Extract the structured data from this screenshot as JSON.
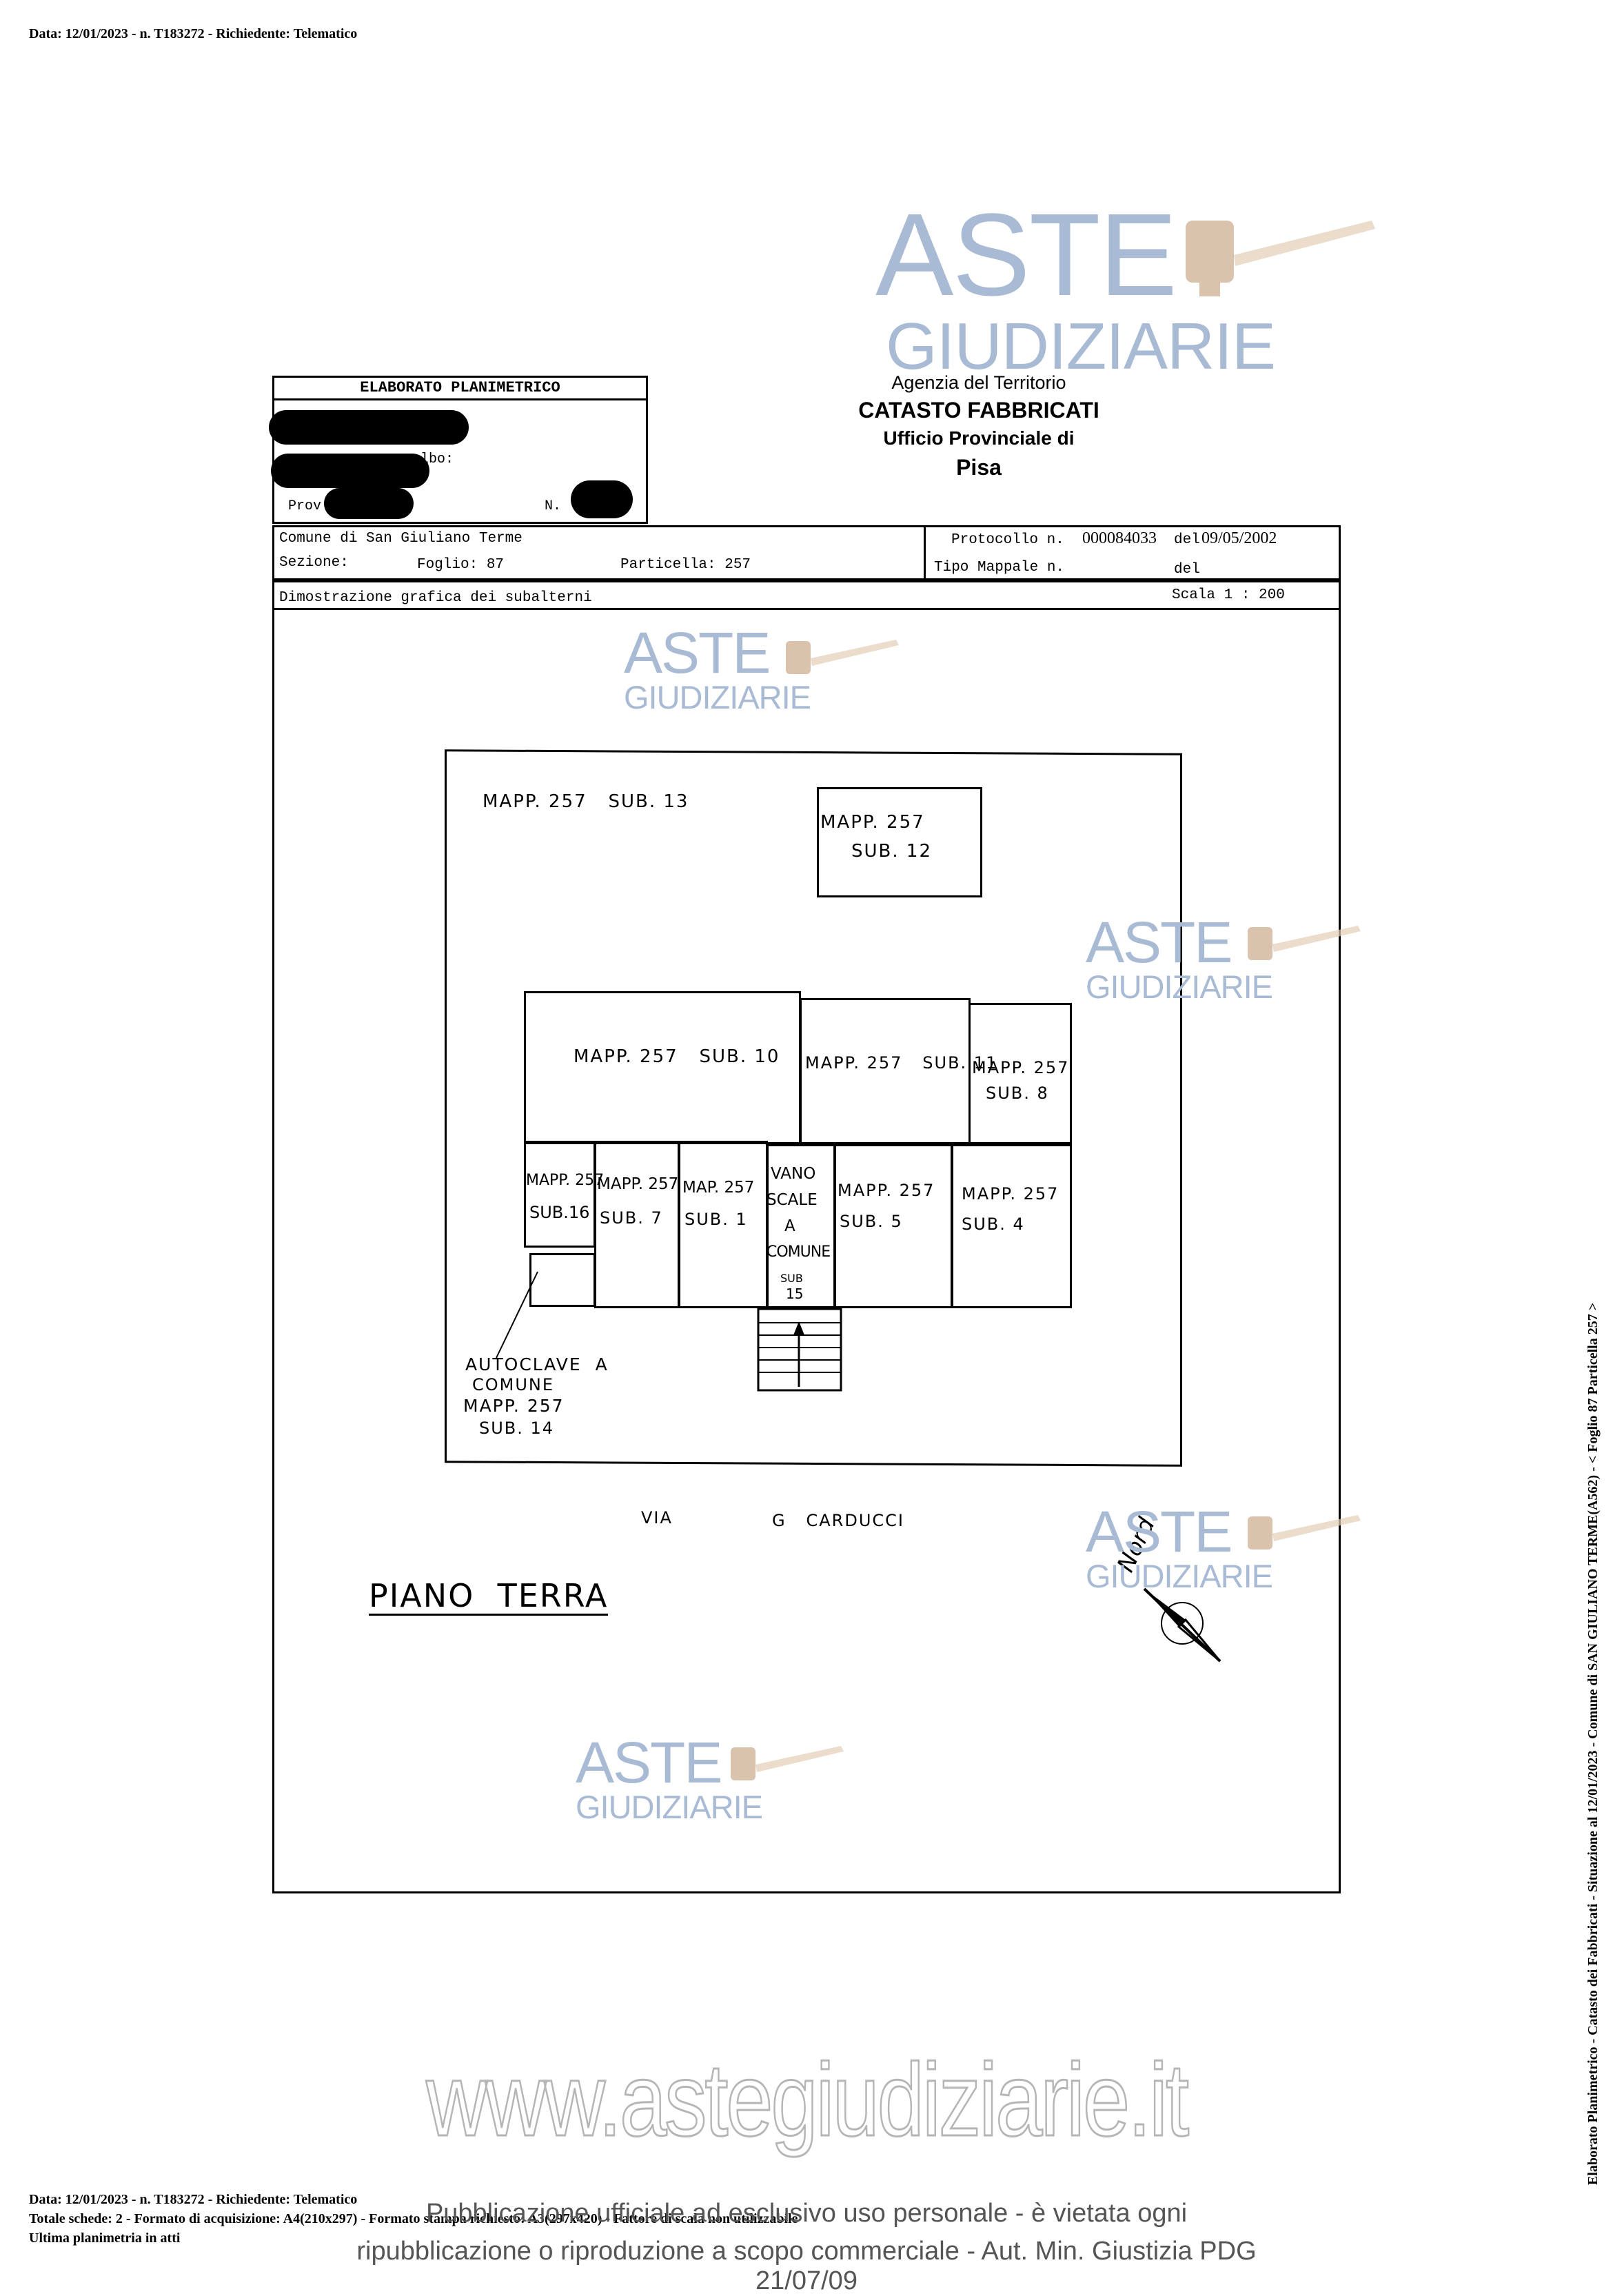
{
  "header": {
    "data_line": "Data: 12/01/2023 - n. T183272 - Richiedente: Telematico"
  },
  "watermark": {
    "aste": "ASTE",
    "giudiziarie": "GIUDIZIARIE",
    "site": "www.astegiudiziarie.it",
    "notice_line1": "Pubblicazione ufficiale ad esclusivo uso personale - è vietata ogni",
    "notice_line2": "ripubblicazione o riproduzione a scopo commerciale - Aut. Min. Giustizia PDG 21/07/09"
  },
  "title_box": {
    "title": "ELABORATO PLANIMETRICO",
    "albo_fragment": "lbo:",
    "prov_fragment": "Prov",
    "n_label": "N."
  },
  "agency": {
    "line1": "Agenzia del Territorio",
    "line2": "CATASTO FABBRICATI",
    "line3": "Ufficio Provinciale di",
    "line4": "Pisa"
  },
  "info": {
    "comune": "Comune di San Giuliano Terme",
    "sezione": "Sezione:",
    "foglio": "Foglio: 87",
    "particella": "Particella: 257",
    "protocollo_label": "Protocollo n.",
    "protocollo_value": "000084033",
    "del_label": "del",
    "del_value": "09/05/2002",
    "tipo_mappale": "Tipo Mappale n.",
    "del2": "del",
    "dimostrazione": "Dimostrazione grafica dei subalterni",
    "scala": "Scala 1 : 200"
  },
  "plan": {
    "sub13": "MAPP. 257   SUB. 13",
    "sub12_a": "MAPP. 257",
    "sub12_b": "SUB. 12",
    "sub10": "MAPP. 257   SUB. 10",
    "sub11": "MAPP. 257   SUB. 11",
    "sub8_a": "MAPP. 257",
    "sub8_b": "SUB. 8",
    "sub16_a": "MAPP. 257",
    "sub16_b": "SUB.16",
    "sub7_a": "MAPP. 257",
    "sub7_b": "SUB. 7",
    "sub1_a": "MAP. 257",
    "sub1_b": "SUB. 1",
    "vano_1": "VANO",
    "vano_2": "SCALE",
    "vano_3": "A",
    "vano_4": "COMUNE",
    "vano_5": "SUB",
    "vano_6": "15",
    "sub5_a": "MAPP. 257",
    "sub5_b": "SUB. 5",
    "sub4_a": "MAPP. 257",
    "sub4_b": "SUB. 4",
    "autoclave_1": "AUTOCLAVE  A",
    "autoclave_2": "COMUNE",
    "autoclave_3": "MAPP. 257",
    "autoclave_4": "SUB. 14",
    "street_via": "VIA",
    "street_name": "G   CARDUCCI",
    "nord": "Nord",
    "piano": "PIANO  TERRA"
  },
  "footer": {
    "line1": "Data: 12/01/2023 - n. T183272 - Richiedente: Telematico",
    "line2": "Totale schede: 2 - Formato di acquisizione: A4(210x297)  - Formato stampa richiesto: A3(297x420) - Fattore di scala non utilizzabile",
    "line3": "Ultima planimetria in atti"
  },
  "side_note": "Elaborato Planimetrico - Catasto dei Fabbricati - Situazione al 12/01/2023 - Comune di SAN GIULIANO TERME(A562) - < Foglio 87 Particella 257 >"
}
